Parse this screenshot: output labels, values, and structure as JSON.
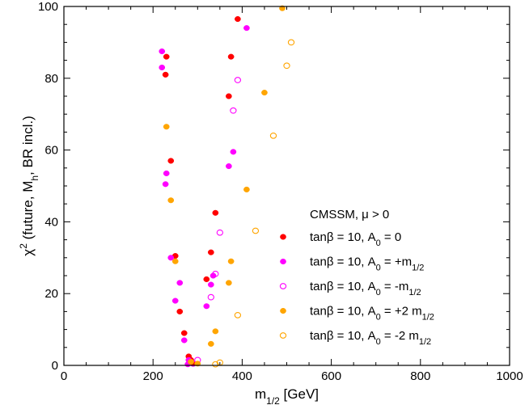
{
  "chart_data": {
    "type": "scatter",
    "title": "",
    "xlabel_main": "m",
    "xlabel_sub": "1/2",
    "xlabel_unit": " [GeV]",
    "ylabel_chi": "χ",
    "ylabel_sup": "2",
    "ylabel_rest": " (future, M",
    "ylabel_sub": "h",
    "ylabel_end": ", BR incl.)",
    "xlim": [
      0,
      1000
    ],
    "ylim": [
      0,
      100
    ],
    "xticks": [
      0,
      200,
      400,
      600,
      800,
      1000
    ],
    "yticks": [
      0,
      20,
      40,
      60,
      80,
      100
    ],
    "legend_title": "CMSSM, μ > 0",
    "legend_position": "center-right",
    "series": [
      {
        "label_main": "tanβ = 10, A",
        "label_sub": "0",
        "label_rest": " = 0",
        "label_sub2": "",
        "color": "#ff0000",
        "marker": "filled",
        "points": [
          [
            390,
            96.5
          ],
          [
            230,
            86
          ],
          [
            375,
            86
          ],
          [
            228,
            81
          ],
          [
            370,
            75
          ],
          [
            240,
            57
          ],
          [
            340,
            42.5
          ],
          [
            250,
            30.5
          ],
          [
            330,
            31.5
          ],
          [
            320,
            24
          ],
          [
            260,
            15
          ],
          [
            270,
            9
          ],
          [
            280,
            2.5
          ],
          [
            285,
            1.5
          ],
          [
            290,
            0.5
          ]
        ]
      },
      {
        "label_main": "tanβ = 10, A",
        "label_sub": "0",
        "label_rest": " = +m",
        "label_sub2": "1/2",
        "color": "#ff00ff",
        "marker": "filled",
        "points": [
          [
            410,
            94
          ],
          [
            220,
            87.5
          ],
          [
            220,
            83
          ],
          [
            380,
            59.5
          ],
          [
            370,
            55.5
          ],
          [
            230,
            53.5
          ],
          [
            228,
            50.5
          ],
          [
            240,
            30
          ],
          [
            260,
            23
          ],
          [
            335,
            25
          ],
          [
            330,
            22.5
          ],
          [
            250,
            18
          ],
          [
            320,
            16.5
          ],
          [
            270,
            7
          ],
          [
            280,
            1.5
          ],
          [
            278,
            0.3
          ]
        ]
      },
      {
        "label_main": "tanβ = 10, A",
        "label_sub": "0",
        "label_rest": " = -m",
        "label_sub2": "1/2",
        "color": "#ff00ff",
        "marker": "open",
        "points": [
          [
            390,
            79.5
          ],
          [
            380,
            71
          ],
          [
            350,
            37
          ],
          [
            340,
            25.5
          ],
          [
            330,
            19
          ],
          [
            300,
            1.5
          ],
          [
            290,
            0.5
          ]
        ]
      },
      {
        "label_main": "tanβ = 10, A",
        "label_sub": "0",
        "label_rest": " = +2 m",
        "label_sub2": "1/2",
        "color": "#ffa500",
        "marker": "filled",
        "points": [
          [
            490,
            99.5
          ],
          [
            450,
            76
          ],
          [
            230,
            66.5
          ],
          [
            410,
            49
          ],
          [
            240,
            46
          ],
          [
            250,
            29
          ],
          [
            375,
            29
          ],
          [
            370,
            23
          ],
          [
            340,
            9.5
          ],
          [
            330,
            6
          ],
          [
            285,
            1
          ],
          [
            300,
            0.5
          ]
        ]
      },
      {
        "label_main": "tanβ = 10, A",
        "label_sub": "0",
        "label_rest": " = -2 m",
        "label_sub2": "1/2",
        "color": "#ffa500",
        "marker": "open",
        "points": [
          [
            510,
            90
          ],
          [
            500,
            83.5
          ],
          [
            470,
            64
          ],
          [
            430,
            37.5
          ],
          [
            390,
            14
          ],
          [
            350,
            0.8
          ],
          [
            340,
            0.3
          ]
        ]
      }
    ]
  }
}
